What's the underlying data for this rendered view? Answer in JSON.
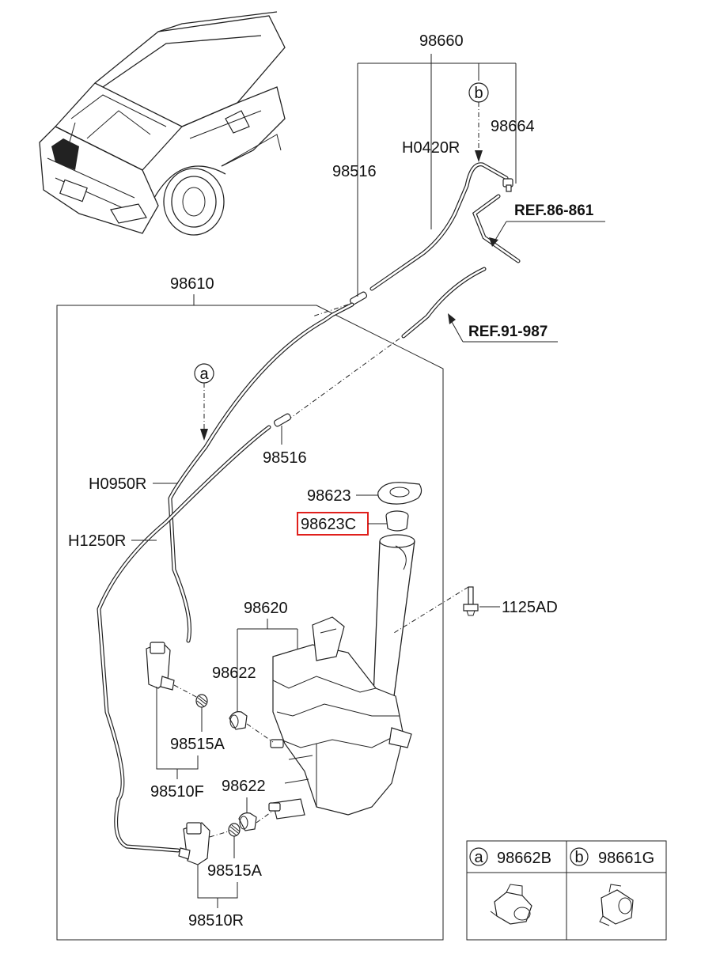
{
  "labels": {
    "p98660": "98660",
    "h0420r": "H0420R",
    "p98664": "98664",
    "p98516_top": "98516",
    "ref86": "REF.86-861",
    "p98610": "98610",
    "ref91": "REF.91-987",
    "p98516_mid": "98516",
    "h0950r": "H0950R",
    "h1250r": "H1250R",
    "p98623": "98623",
    "p98623c": "98623C",
    "p1125ad": "1125AD",
    "p98620": "98620",
    "p98622_top": "98622",
    "p98515a_top": "98515A",
    "p98510f": "98510F",
    "p98622_bot": "98622",
    "p98515a_bot": "98515A",
    "p98510r": "98510R"
  },
  "callouts": {
    "a": "a",
    "b": "b"
  },
  "legend": {
    "a_letter": "a",
    "a_part": "98662B",
    "b_letter": "b",
    "b_part": "98661G"
  },
  "highlight": {
    "part": "98623C",
    "color": "#e0201c"
  }
}
